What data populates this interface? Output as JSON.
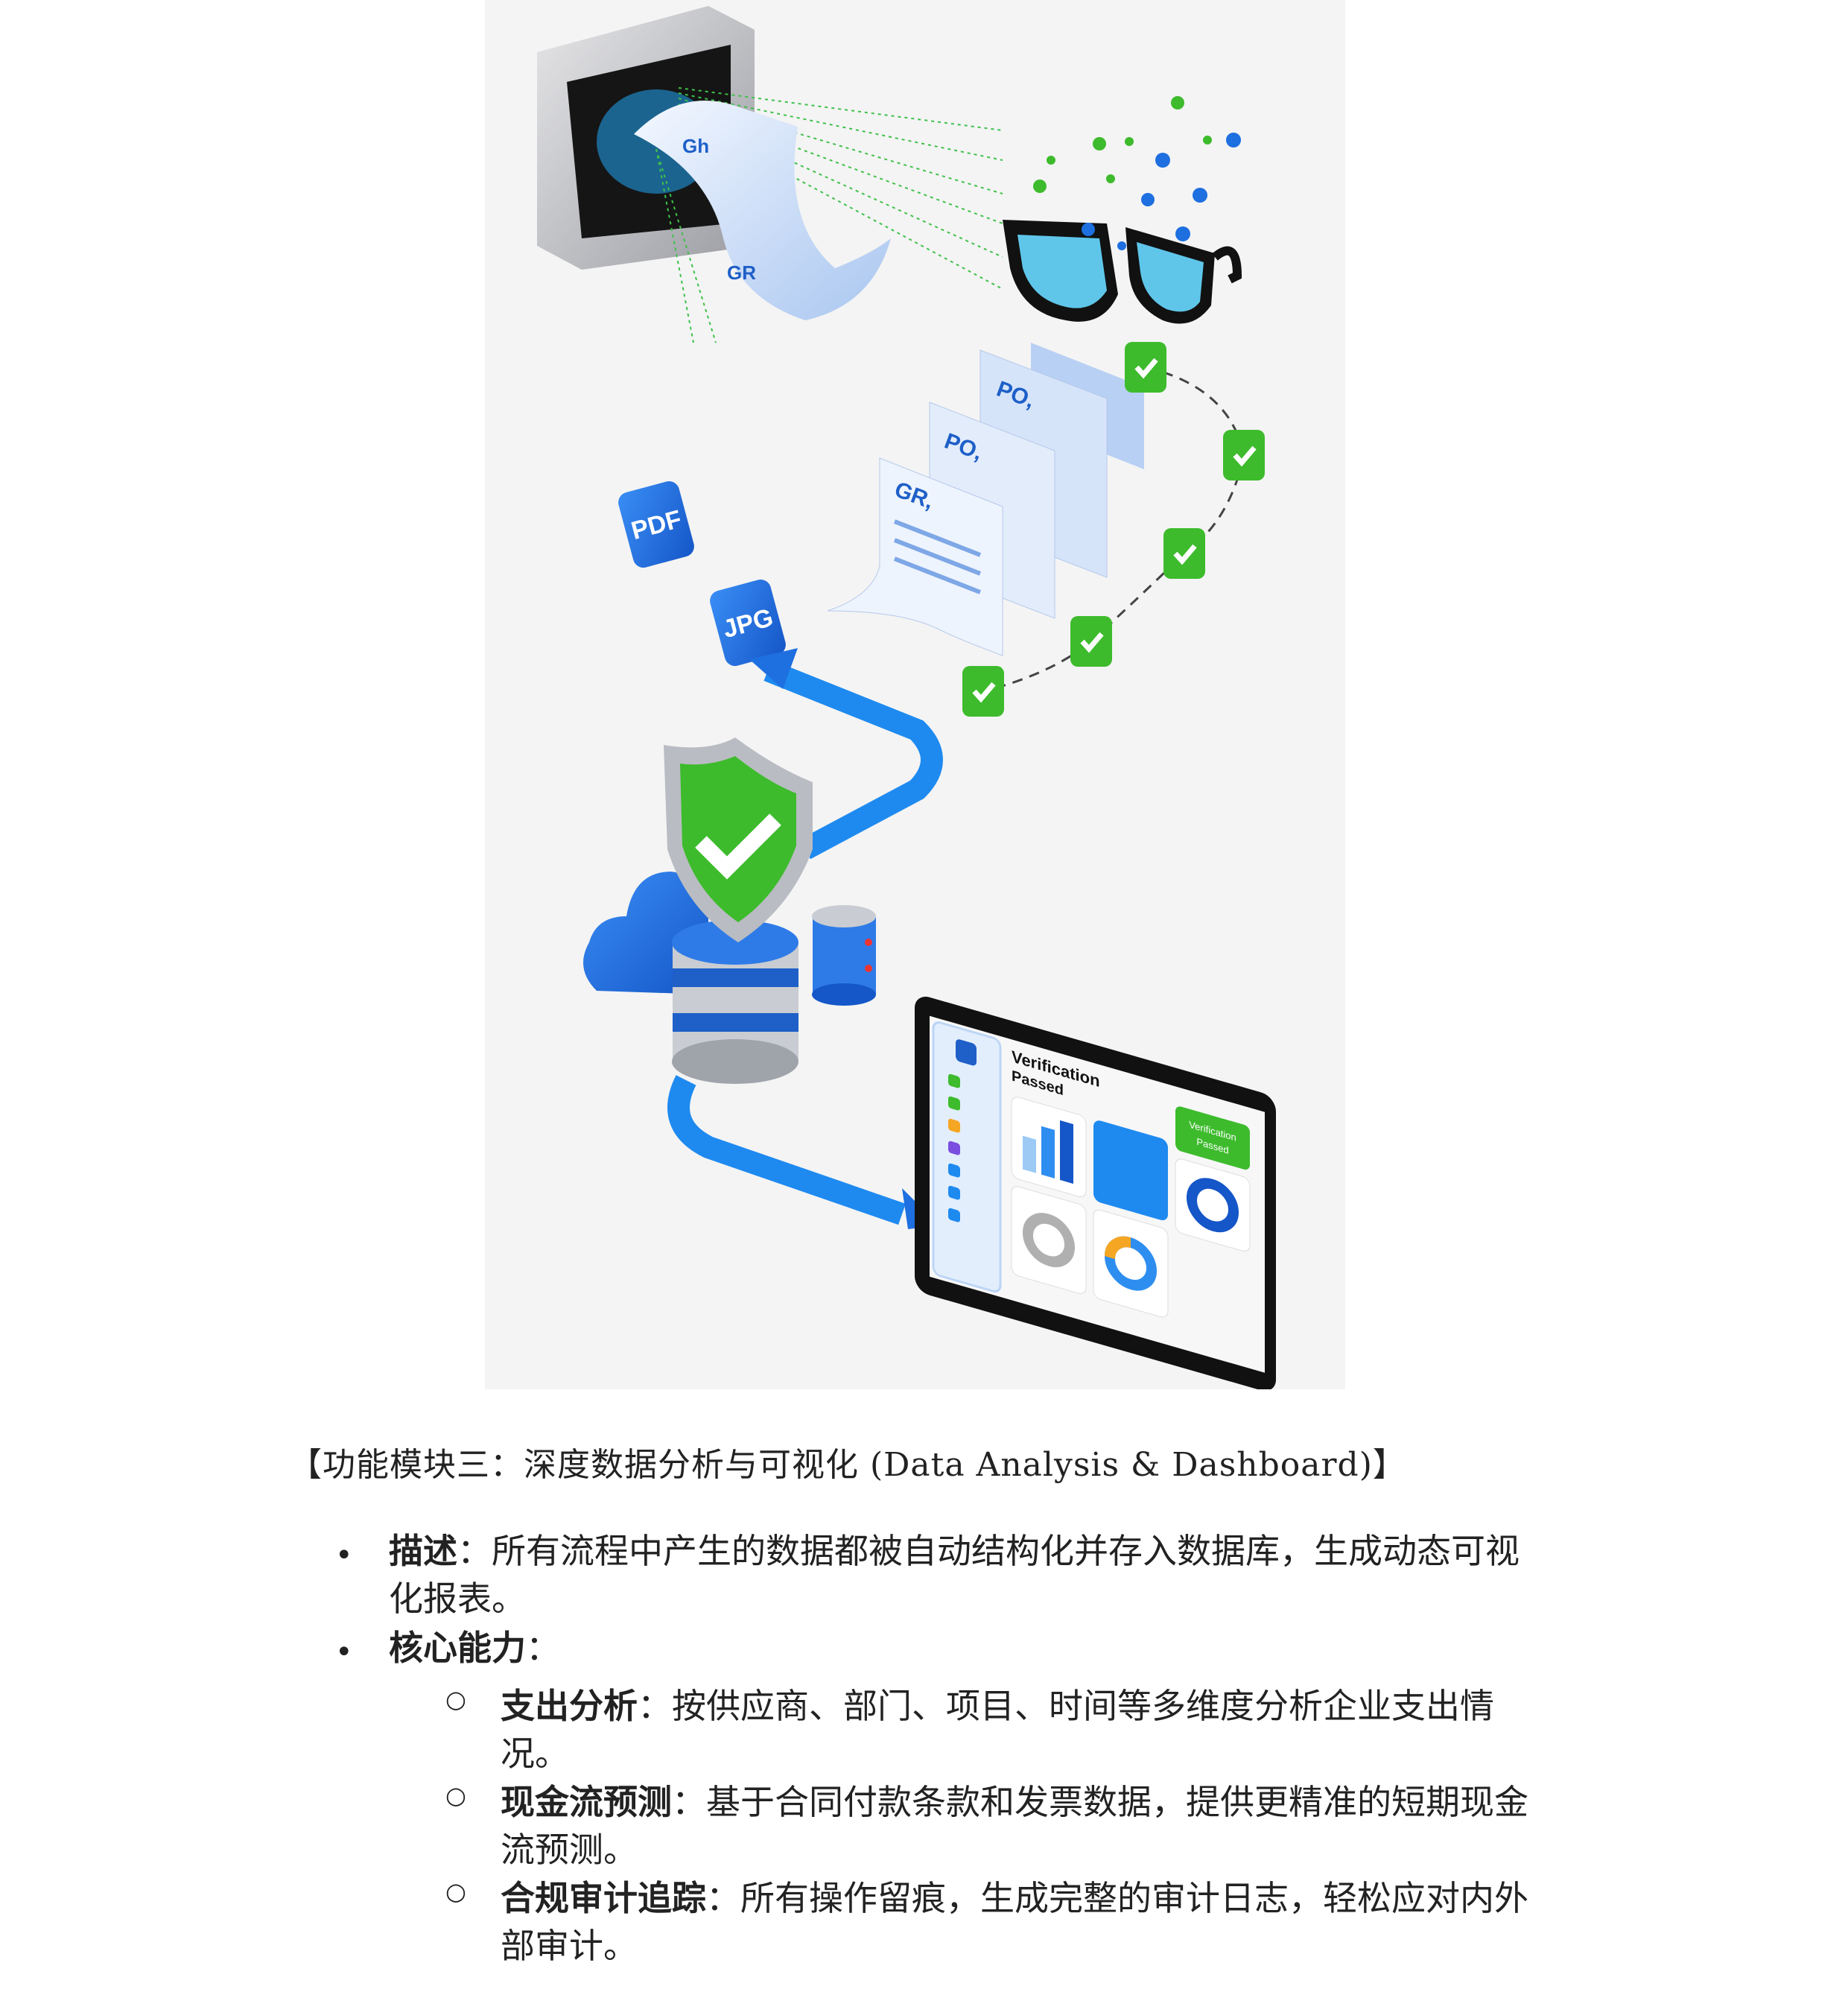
{
  "illustration": {
    "paper_labels": [
      "Gh",
      "GR"
    ],
    "doc_labels": [
      "PO,",
      "PO,",
      "GR,"
    ],
    "file_icons": [
      "PDF",
      "JPG"
    ],
    "monitor": {
      "title_line1": "Verification",
      "title_line2": "Passed",
      "badge_line1": "Verification",
      "badge_line2": "Passed"
    },
    "colors": {
      "blue": "#1e6fe0",
      "green": "#3dbb2c",
      "light_blue": "#cfe0f8"
    }
  },
  "heading": "【功能模块三：深度数据分析与可视化 (Data Analysis & Dashboard)】",
  "items": [
    {
      "label": "描述",
      "text": "：所有流程中产生的数据都被自动结构化并存入数据库，生成动态可视化报表。"
    },
    {
      "label": "核心能力",
      "text": "：",
      "subitems": [
        {
          "label": "支出分析",
          "text": "：按供应商、部门、项目、时间等多维度分析企业支出情况。"
        },
        {
          "label": "现金流预测",
          "text": "：基于合同付款条款和发票数据，提供更精准的短期现金流预测。"
        },
        {
          "label": "合规审计追踪",
          "text": "：所有操作留痕，生成完整的审计日志，轻松应对内外部审计。"
        }
      ]
    }
  ]
}
